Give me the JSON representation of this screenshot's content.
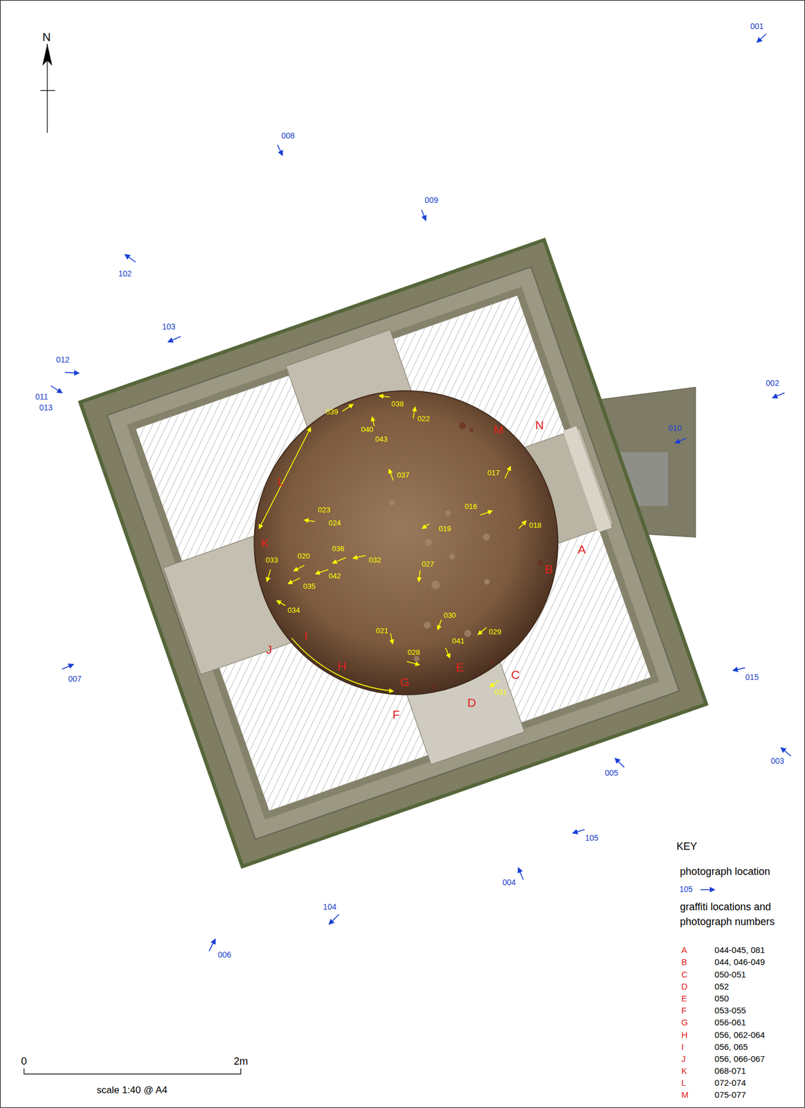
{
  "diagram": {
    "labels": [
      "N",
      "001",
      "008",
      "009",
      "102",
      "103",
      "012",
      "011",
      "013",
      "002",
      "010",
      "007",
      "015",
      "003",
      "005",
      "105",
      "004",
      "104",
      "006",
      "039",
      "038",
      "022",
      "040",
      "043",
      "037",
      "017",
      "016",
      "018",
      "023",
      "024",
      "019",
      "036",
      "032",
      "020",
      "042",
      "035",
      "033",
      "034",
      "027",
      "030",
      "029",
      "021",
      "041",
      "028",
      "031",
      "M",
      "N",
      "A",
      "B",
      "C",
      "D",
      "E",
      "F",
      "G",
      "H",
      "I",
      "J",
      "K",
      "L",
      "KEY",
      "105",
      "graffiti locations and",
      "photograph numbers",
      "A",
      "044-045, 081",
      "B",
      "044, 046-049",
      "C",
      "050-051",
      "D",
      "052",
      "E",
      "050",
      "F",
      "053-055",
      "G",
      "056-061",
      "H",
      "056, 062-064",
      "I",
      "056, 065",
      "J",
      "056, 066-067",
      "K",
      "068-071",
      "L",
      "072-074",
      "M",
      "075-077",
      "0",
      "2m",
      "scale 1:40 @ A4"
    ],
    "legend": [
      {
        "text": "photograph location"
      }
    ]
  }
}
